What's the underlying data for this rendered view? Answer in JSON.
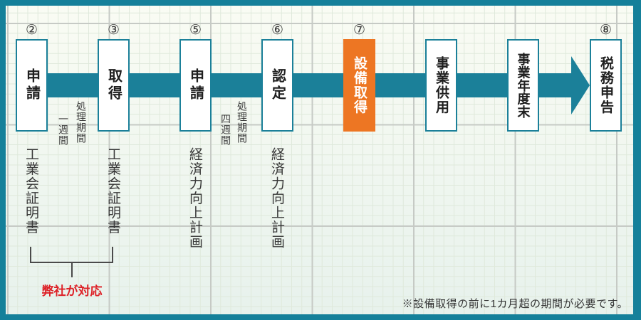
{
  "colors": {
    "frame_teal": "#15809a",
    "arrow_teal": "#1b8099",
    "highlight_orange": "#ed7623",
    "alert_red": "#dd2127",
    "grid_background": "#f4f8ef",
    "text_dark": "#1f1f1f",
    "text_gray": "#3c3c3c"
  },
  "steps": [
    {
      "number": "②",
      "label": "申請",
      "sub": "工業会証明書",
      "highlight": false
    },
    {
      "number": "③",
      "label": "取得",
      "sub": "工業会証明書",
      "highlight": false
    },
    {
      "number": "⑤",
      "label": "申請",
      "sub": "経済力向上計画",
      "highlight": false
    },
    {
      "number": "⑥",
      "label": "認定",
      "sub": "経済力向上計画",
      "highlight": false
    },
    {
      "number": "⑦",
      "label": "設備取得",
      "sub": "",
      "highlight": true
    },
    {
      "number": "",
      "label": "事業供用",
      "sub": "",
      "highlight": false
    },
    {
      "number": "",
      "label": "事業年度末",
      "sub": "",
      "highlight": false
    },
    {
      "number": "⑧",
      "label": "税務申告",
      "sub": "",
      "highlight": false
    }
  ],
  "intervals": [
    {
      "line1": "処理期間",
      "line2": "一週間"
    },
    {
      "line1": "処理期間",
      "line2": "四週間"
    }
  ],
  "bracket_label": "弊社が対応",
  "footnote": "※設備取得の前に1カ月超の期間が必要です。"
}
